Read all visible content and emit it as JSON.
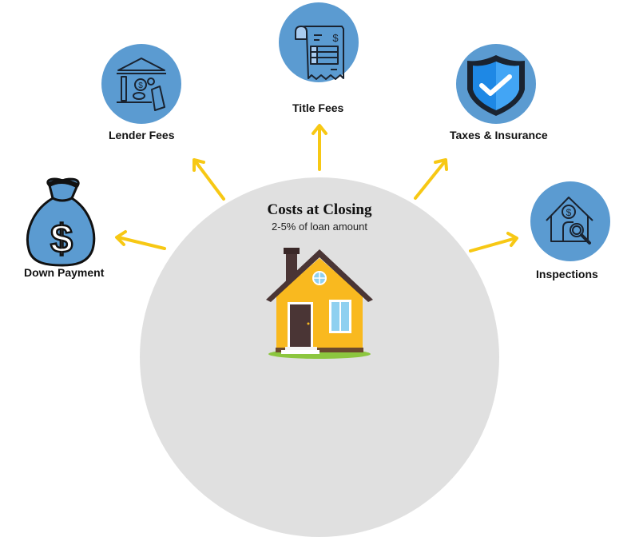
{
  "center": {
    "title": "Costs at Closing",
    "subtitle": "2-5% of loan amount"
  },
  "nodes": [
    {
      "id": "down-payment",
      "label": "Down Payment",
      "icon": "money-bag-icon"
    },
    {
      "id": "lender-fees",
      "label": "Lender Fees",
      "icon": "bank-icon"
    },
    {
      "id": "title-fees",
      "label": "Title Fees",
      "icon": "receipt-icon"
    },
    {
      "id": "taxes-insurance",
      "label": "Taxes & Insurance",
      "icon": "shield-check-icon"
    },
    {
      "id": "inspections",
      "label": "Inspections",
      "icon": "house-inspection-icon"
    }
  ],
  "colors": {
    "arrow": "#f7c814",
    "circle": "#5b9bd1",
    "dome": "#e0e0e0",
    "house_wall": "#f9b91f",
    "roof": "#4a3535"
  }
}
